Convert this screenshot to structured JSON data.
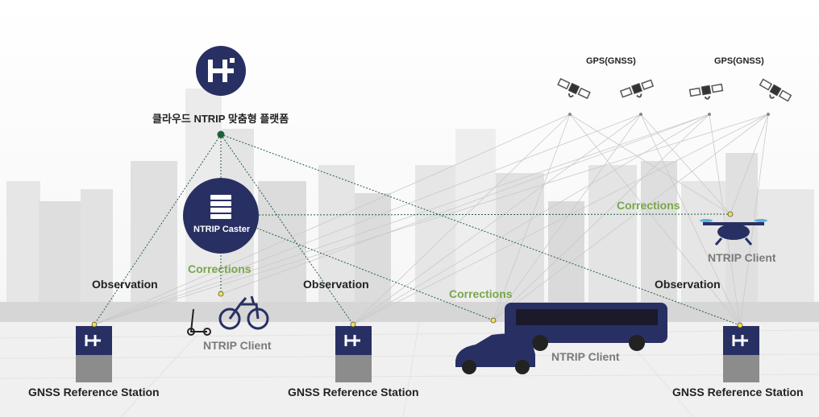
{
  "platform": {
    "logo_icon": "hi-logo-icon",
    "title": "클라우드 NTRIP 맞춤형 플랫폼"
  },
  "caster": {
    "label": "NTRIP Caster",
    "icon": "server-icon"
  },
  "satellites": {
    "labels": [
      "GPS(GNSS)",
      "GPS(GNSS)"
    ],
    "icon": "satellite-icon"
  },
  "stations": [
    {
      "label": "GNSS Reference Station",
      "observation": "Observation"
    },
    {
      "label": "GNSS Reference Station",
      "observation": "Observation"
    },
    {
      "label": "GNSS Reference Station",
      "observation": "Observation"
    }
  ],
  "corrections": [
    "Corrections",
    "Corrections",
    "Corrections"
  ],
  "clients": [
    {
      "label": "NTRIP Client",
      "icon": "bicycle-icon"
    },
    {
      "label": "NTRIP Client",
      "icon": "bus-icon"
    },
    {
      "label": "NTRIP Client",
      "icon": "drone-icon"
    }
  ],
  "colors": {
    "navy": "#283063",
    "green_text": "#7aa64a",
    "line": "#1f5f3c",
    "dot": "#f2e24a",
    "station_grey": "#8c8c8c"
  }
}
